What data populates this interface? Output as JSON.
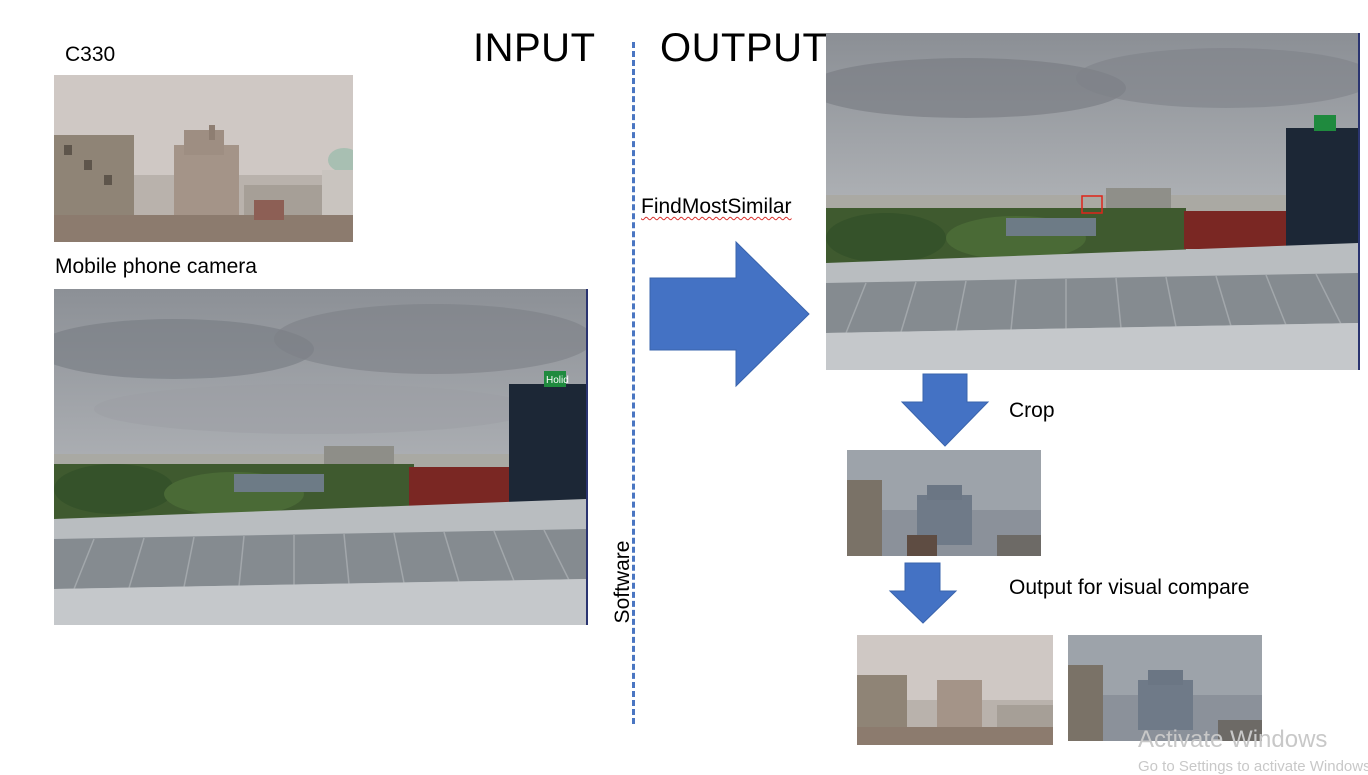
{
  "headers": {
    "input": "INPUT",
    "output": "OUTPUT"
  },
  "labels": {
    "c330": "C330",
    "mobile": "Mobile phone camera",
    "find": "FindMostSimilar",
    "software": "Software",
    "crop": "Crop",
    "output_compare": "Output for visual compare",
    "hotel_sign": "Holid"
  },
  "watermark": {
    "title": "Activate Windows",
    "subtitle": "Go to Settings to activate Windows."
  },
  "colors": {
    "arrow": "#4472c4",
    "divider": "#4a76c2",
    "highlight": "#e0241b"
  }
}
